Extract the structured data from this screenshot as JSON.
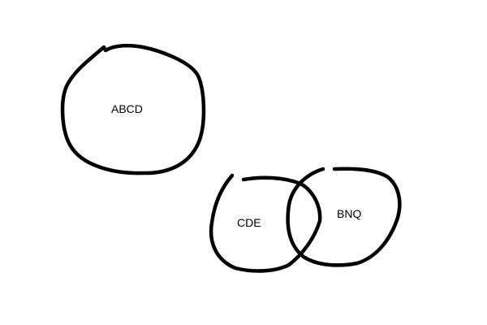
{
  "shapes": [
    {
      "id": "abcd",
      "label": "ABCD"
    },
    {
      "id": "cde",
      "label": "CDE"
    },
    {
      "id": "bnq",
      "label": "BNQ"
    }
  ],
  "colors": {
    "background": "#ffffff",
    "stroke": "#000000",
    "text": "#000000"
  }
}
